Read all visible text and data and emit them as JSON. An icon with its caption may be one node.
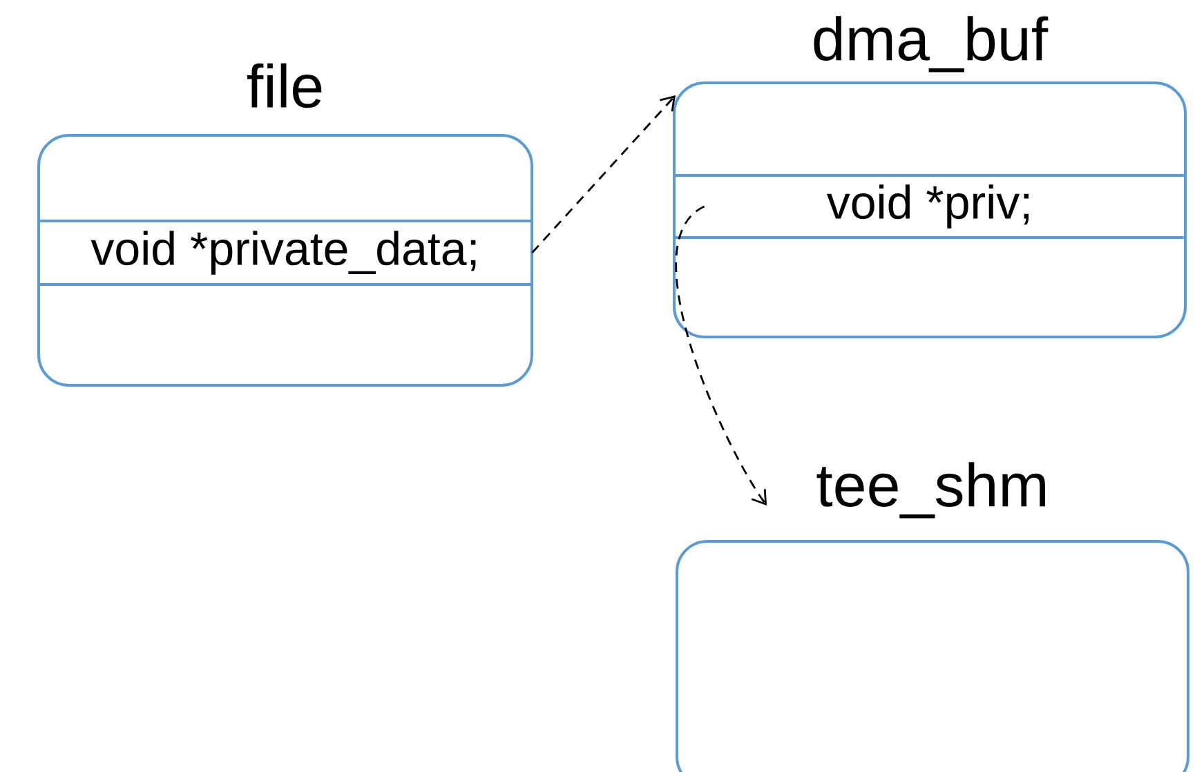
{
  "diagram": {
    "nodes": [
      {
        "text": [
          "file"
        ]
      },
      {
        "text": [
          "void *private_data;"
        ],
        "in": 0
      },
      {
        "text": [
          "dma_buf"
        ]
      },
      {
        "text": [
          "void *priv;"
        ],
        "in": 2
      },
      {
        "text": [
          "tee_shm"
        ]
      }
    ],
    "edges": [
      {
        "from": 1,
        "to": 2,
        "arrow": "to",
        "style": "dashed"
      },
      {
        "from": 3,
        "to": 4,
        "arrow": "to",
        "style": "dashed"
      }
    ]
  }
}
